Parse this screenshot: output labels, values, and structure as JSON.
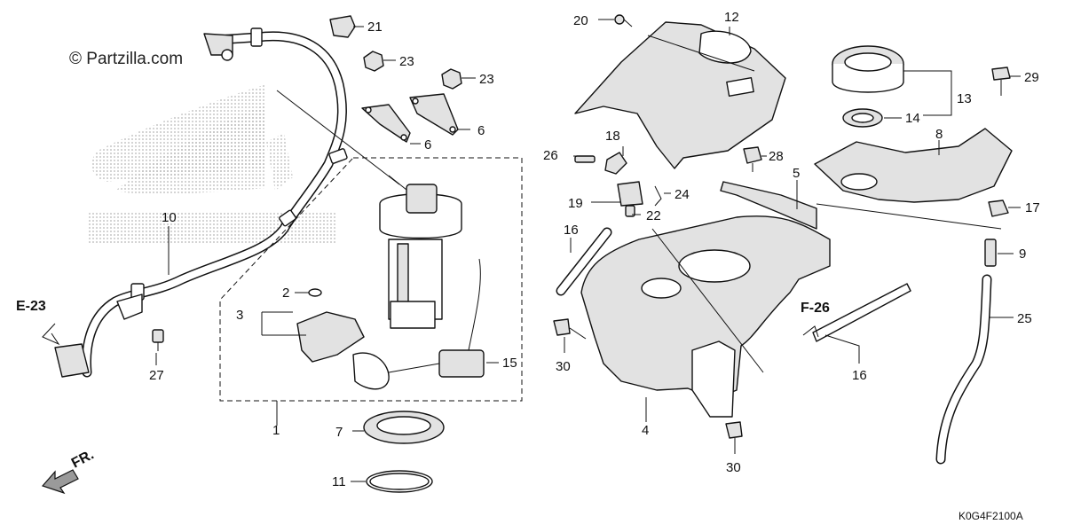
{
  "watermark": "© Partzilla.com",
  "diagram_code": "K0G4F2100A",
  "front_arrow_label": "FR.",
  "references": [
    {
      "id": "ref-e23",
      "label": "E-23"
    },
    {
      "id": "ref-f26",
      "label": "F-26"
    }
  ],
  "callouts": [
    {
      "id": "callout-1",
      "label": "1"
    },
    {
      "id": "callout-2",
      "label": "2"
    },
    {
      "id": "callout-3",
      "label": "3"
    },
    {
      "id": "callout-4",
      "label": "4"
    },
    {
      "id": "callout-5",
      "label": "5"
    },
    {
      "id": "callout-6a",
      "label": "6"
    },
    {
      "id": "callout-6b",
      "label": "6"
    },
    {
      "id": "callout-7",
      "label": "7"
    },
    {
      "id": "callout-8",
      "label": "8"
    },
    {
      "id": "callout-9",
      "label": "9"
    },
    {
      "id": "callout-10",
      "label": "10"
    },
    {
      "id": "callout-11",
      "label": "11"
    },
    {
      "id": "callout-12",
      "label": "12"
    },
    {
      "id": "callout-13",
      "label": "13"
    },
    {
      "id": "callout-14",
      "label": "14"
    },
    {
      "id": "callout-15",
      "label": "15"
    },
    {
      "id": "callout-16a",
      "label": "16"
    },
    {
      "id": "callout-16b",
      "label": "16"
    },
    {
      "id": "callout-17",
      "label": "17"
    },
    {
      "id": "callout-18",
      "label": "18"
    },
    {
      "id": "callout-19",
      "label": "19"
    },
    {
      "id": "callout-20",
      "label": "20"
    },
    {
      "id": "callout-21",
      "label": "21"
    },
    {
      "id": "callout-22",
      "label": "22"
    },
    {
      "id": "callout-23a",
      "label": "23"
    },
    {
      "id": "callout-23b",
      "label": "23"
    },
    {
      "id": "callout-24",
      "label": "24"
    },
    {
      "id": "callout-25",
      "label": "25"
    },
    {
      "id": "callout-26",
      "label": "26"
    },
    {
      "id": "callout-27",
      "label": "27"
    },
    {
      "id": "callout-28",
      "label": "28"
    },
    {
      "id": "callout-29",
      "label": "29"
    },
    {
      "id": "callout-30a",
      "label": "30"
    },
    {
      "id": "callout-30b",
      "label": "30"
    }
  ]
}
